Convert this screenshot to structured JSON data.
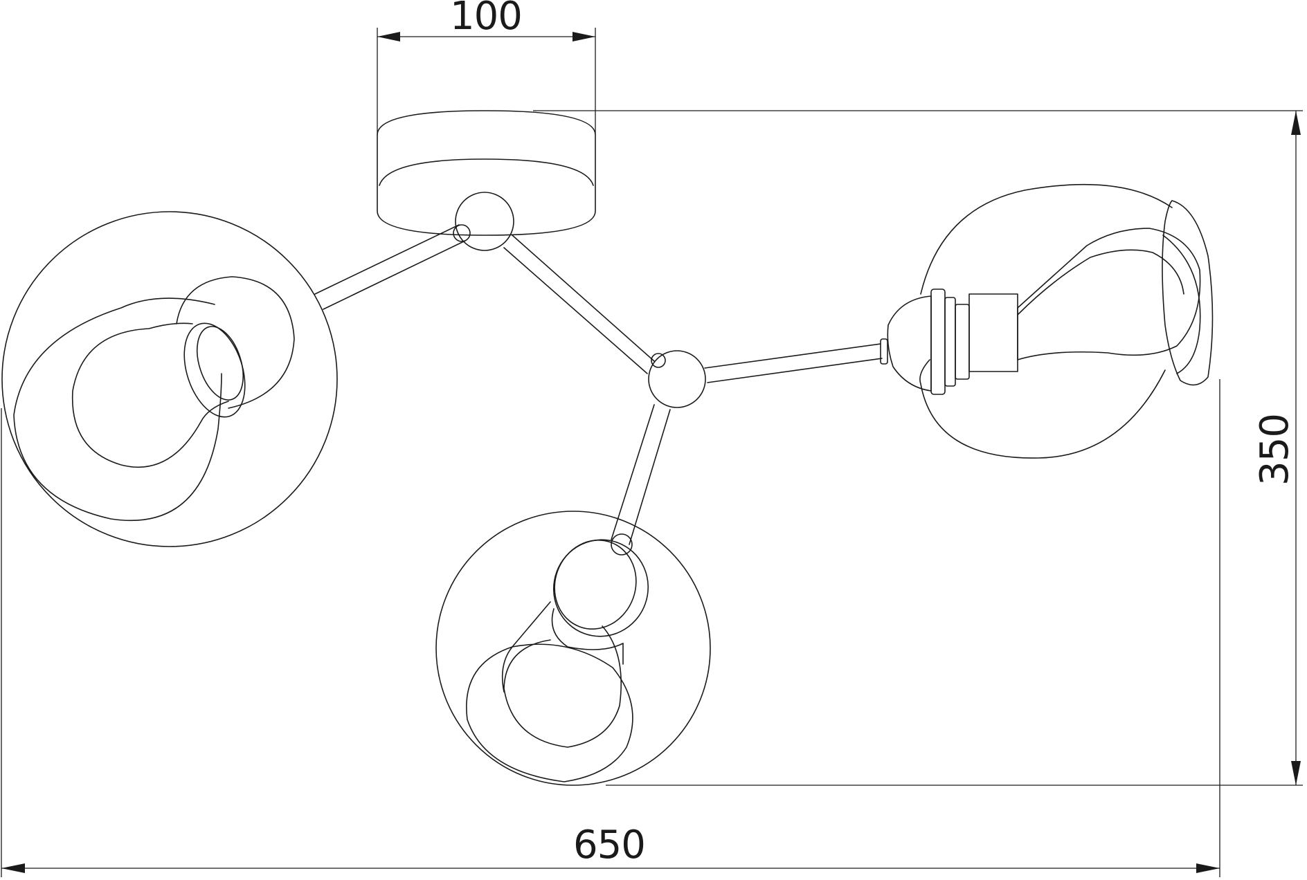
{
  "dimensions": {
    "base_width": "100",
    "total_width": "650",
    "total_height": "350"
  },
  "colors": {
    "line": "#1a1a1a",
    "background": "#ffffff"
  }
}
